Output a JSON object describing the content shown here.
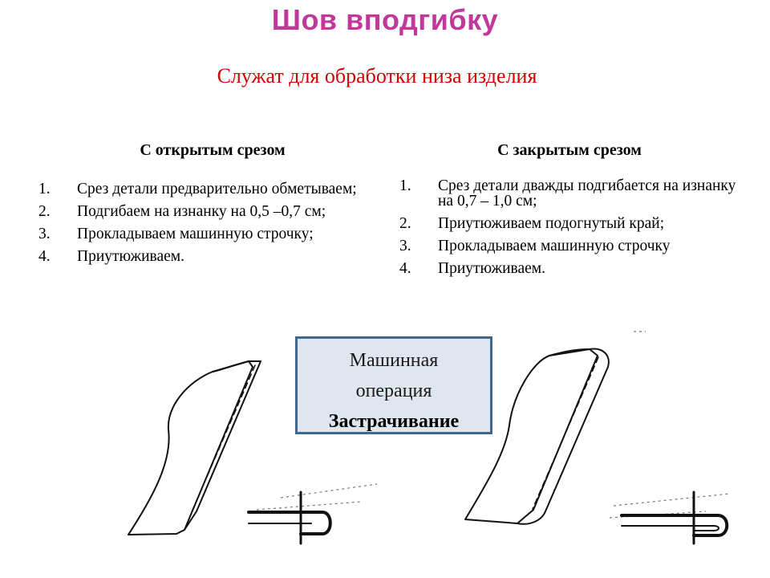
{
  "title": "Шов вподгибку",
  "subtitle": "Служат для обработки низа изделия",
  "left": {
    "heading": "С открытым срезом",
    "steps": [
      {
        "num": "1.",
        "text": "Срез детали предварительно обметываем;"
      },
      {
        "num": "2.",
        "text": "Подгибаем на изнанку на 0,5 –0,7 см;"
      },
      {
        "num": "3.",
        "text": "Прокладываем машинную строчку;"
      },
      {
        "num": "4.",
        "text": "Приутюживаем."
      }
    ]
  },
  "right": {
    "heading": "С закрытым срезом",
    "steps": [
      {
        "num": "1.",
        "text": "Срез детали дважды подгибается на изнанку на 0,7 – 1,0 см;"
      },
      {
        "num": "2.",
        "text": "Приутюживаем подогнутый край;"
      },
      {
        "num": "3.",
        "text": "Прокладываем машинную строчку"
      },
      {
        "num": "4.",
        "text": "Приутюживаем."
      }
    ]
  },
  "operation": {
    "line1": "Машинная",
    "line2": "операция",
    "line3": "Застрачивание"
  },
  "colors": {
    "title": "#c0399a",
    "subtitle": "#d40000",
    "box_fill": "#dfe6ef",
    "box_border": "#3f6891"
  }
}
